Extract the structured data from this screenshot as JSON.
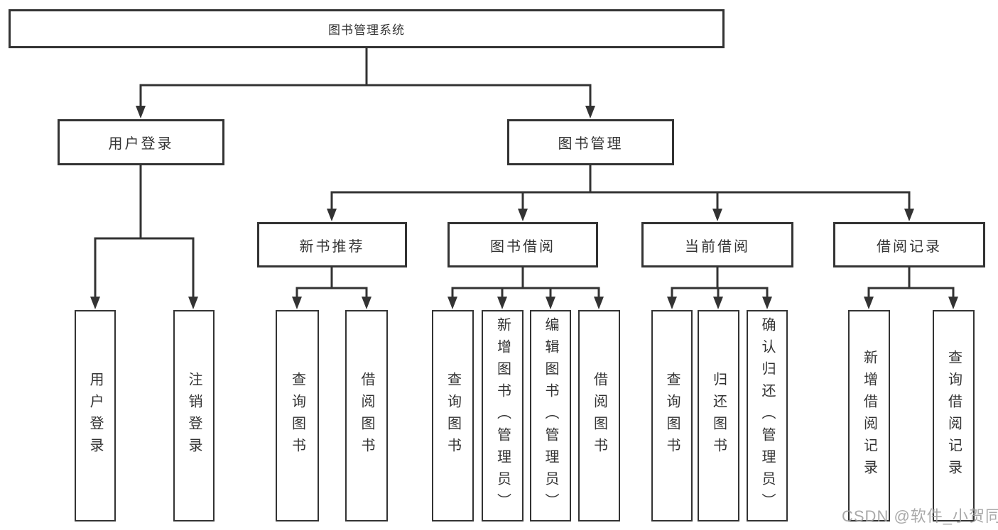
{
  "colors": {
    "line": "#333333",
    "box_border": "#333333",
    "text": "#333333",
    "watermark": "#9b9b9b",
    "background": "#ffffff"
  },
  "tree": {
    "root": {
      "label": "图书管理系统",
      "children": [
        {
          "label": "用户登录",
          "children": [
            {
              "label": "用户登录"
            },
            {
              "label": "注销登录"
            }
          ]
        },
        {
          "label": "图书管理",
          "children": [
            {
              "label": "新书推荐",
              "children": [
                {
                  "label": "查询图书"
                },
                {
                  "label": "借阅图书"
                }
              ]
            },
            {
              "label": "图书借阅",
              "children": [
                {
                  "label": "查询图书"
                },
                {
                  "label": "新增图书（管理员）"
                },
                {
                  "label": "编辑图书（管理员）"
                },
                {
                  "label": "借阅图书"
                }
              ]
            },
            {
              "label": "当前借阅",
              "children": [
                {
                  "label": "查询图书"
                },
                {
                  "label": "归还图书"
                },
                {
                  "label": "确认归还（管理员）"
                }
              ]
            },
            {
              "label": "借阅记录",
              "children": [
                {
                  "label": "新增借阅记录"
                },
                {
                  "label": "查询借阅记录"
                }
              ]
            }
          ]
        }
      ]
    }
  },
  "watermark": {
    "text": "CSDN @软件_小贺同学"
  }
}
